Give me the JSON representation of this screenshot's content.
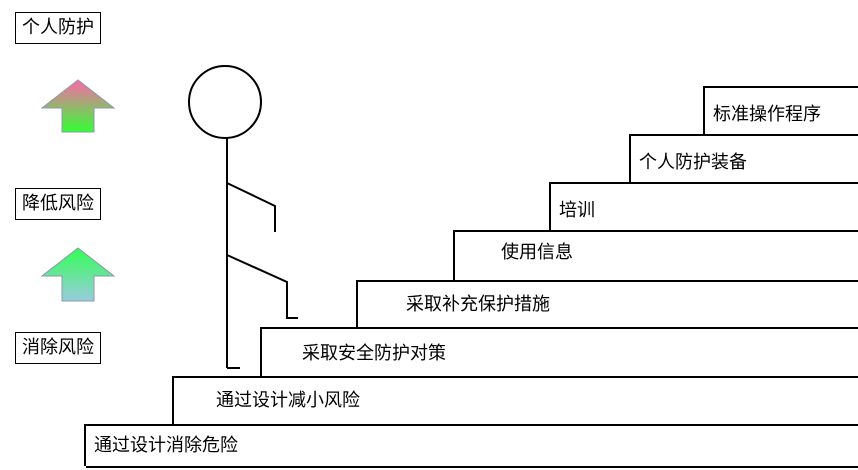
{
  "side_labels": {
    "top": "个人防护",
    "middle": "降低风险",
    "bottom": "消除风险"
  },
  "steps": [
    "通过设计消除危险",
    "通过设计减小风险",
    "采取安全防护对策",
    "采取补充保护措施",
    "使用信息",
    "培训",
    "个人防护装备",
    "标准操作程序"
  ],
  "colors": {
    "arrow_top_gradient": [
      "#ff66aa",
      "#33ff33"
    ],
    "arrow_bottom_gradient": [
      "#33ff55",
      "#99ccdd"
    ],
    "lines": "#000000"
  },
  "icons": [
    "up-arrow-icon",
    "up-arrow-icon",
    "stick-figure-icon"
  ]
}
